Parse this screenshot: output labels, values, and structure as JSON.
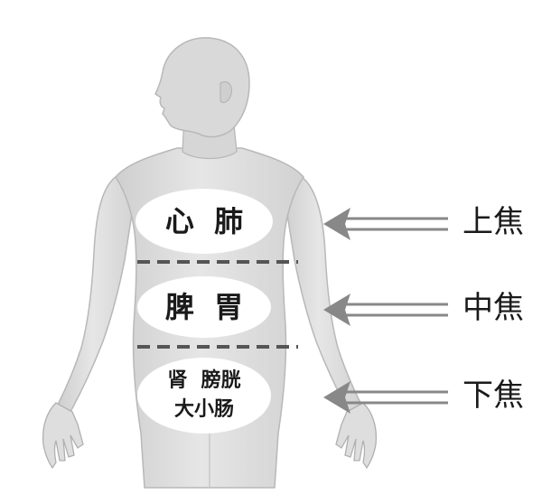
{
  "zones": [
    {
      "label": "上焦",
      "organs_line1": "心  肺",
      "organs_line2": ""
    },
    {
      "label": "中焦",
      "organs_line1": "脾  胃",
      "organs_line2": ""
    },
    {
      "label": "下焦",
      "organs_line1": "肾  膀胱",
      "organs_line2": "大小肠"
    }
  ],
  "colors": {
    "body_fill": "#dcdcdc",
    "body_stroke": "#b8b8b8",
    "ellipse_fill": "#ffffff",
    "divider": "#555555",
    "arrow": "#888888",
    "text": "#1a1a1a"
  },
  "icons": {
    "figure": "human-body-figure",
    "arrow": "double-arrow-left-icon"
  }
}
